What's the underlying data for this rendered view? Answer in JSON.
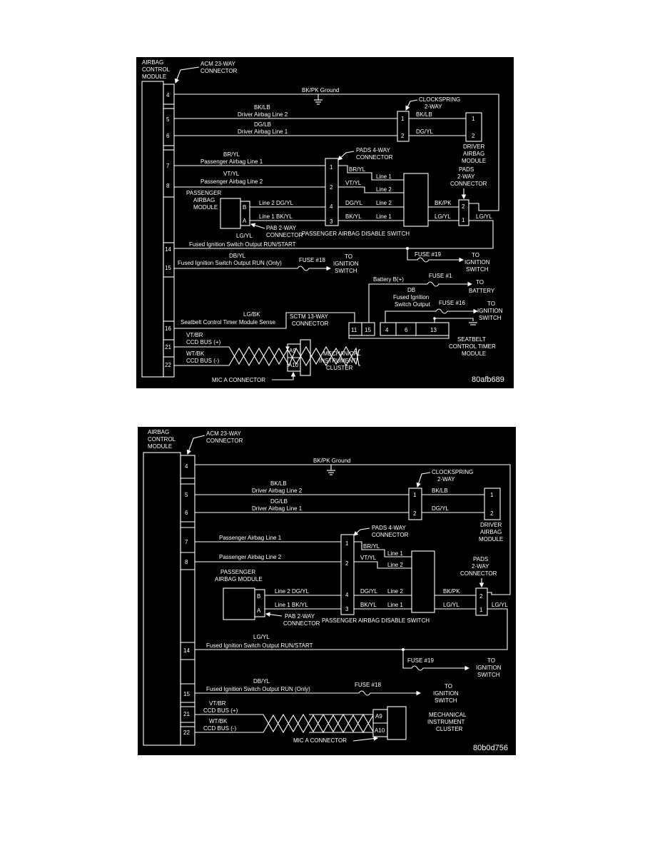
{
  "d1": {
    "acm_title": [
      "AIRBAG",
      "CONTROL",
      "MODULE"
    ],
    "acm_connector": [
      "ACM 23-WAY",
      "CONNECTOR"
    ],
    "pins": [
      "4",
      "5",
      "6",
      "7",
      "8",
      "14",
      "15",
      "16",
      "21",
      "22"
    ],
    "bkpk_ground": "BK/PK Ground",
    "w5_color": "BK/LB",
    "w5_name": "Driver Airbag Line 2",
    "w6_color": "DG/LB",
    "w6_name": "Driver Airbag Line 1",
    "clockspring": [
      "CLOCKSPRING",
      "2-WAY"
    ],
    "cs_pins": [
      "1",
      "2"
    ],
    "cs_out_1": "BK/LB",
    "cs_out_2": "DG/YL",
    "driver_pins": [
      "1",
      "2"
    ],
    "driver_module": [
      "DRIVER",
      "AIRBAG",
      "MODULE"
    ],
    "w7_color": "BR/YL",
    "w7_name": "Passenger Airbag Line 1",
    "w8_color": "VT/YL",
    "w8_name": "Passenger Airbag Line 2",
    "pads4": [
      "PADS 4-WAY",
      "CONNECTOR"
    ],
    "pads4_pins": [
      "1",
      "2",
      "4",
      "3"
    ],
    "pass_module": [
      "PASSENGER",
      "AIRBAG",
      "MODULE"
    ],
    "pab_pins": [
      "B",
      "A"
    ],
    "pab_connector": [
      "PAB 2-WAY",
      "CONNECTOR"
    ],
    "pab_line2": "Line 2  DG/YL",
    "pab_line1": "Line 1  BK/YL",
    "p_br_yl": "BR/YL",
    "p_vt_yl": "VT/YL",
    "p_dg_yl": "DG/YL",
    "p_bk_yl": "BK/YL",
    "sw_line1_top": "Line 1",
    "sw_line2_top": "Line 2",
    "sw_line2_bot": "Line 2",
    "sw_line1_bot": "Line 1",
    "pads_disable": "PASSENGER AIRBAG DISABLE SWITCH",
    "pads2": [
      "PADS",
      "2-WAY",
      "CONNECTOR"
    ],
    "pads2_pins": [
      "2",
      "1"
    ],
    "pads2_bkpk": "BK/PK",
    "pads2_lgyl": "LG/YL",
    "pads2_out": "LG/YL",
    "w14_color": "LG/YL",
    "w14_name": "Fused Ignition Switch Output RUN/START",
    "fuse19": "FUSE #19",
    "to_ign_19": [
      "TO",
      "IGNITION",
      "SWITCH"
    ],
    "w15_color": "DB/YL",
    "w15_name": "Fused Ignition Switch Output RUN (Only)",
    "fuse18": "FUSE #18",
    "to_ign_18": [
      "TO",
      "IGNITION",
      "SWITCH"
    ],
    "battery_label": "Battery B(+)",
    "fuse1": "FUSE #1",
    "to_battery": [
      "TO",
      "BATTERY"
    ],
    "db_label": [
      "DB",
      "Fused Ignition",
      "Switch Output"
    ],
    "fuse16": "FUSE #16",
    "to_ign_16": [
      "TO",
      "IGNITION",
      "SWITCH"
    ],
    "w16_color": "LG/BK",
    "w16_name": "Seatbelt Control Timer Module Sense",
    "sctm": [
      "SCTM 13-WAY",
      "CONNECTOR"
    ],
    "sctm_pins": [
      "11",
      "15",
      "4",
      "6",
      "13"
    ],
    "sctm_module": [
      "SEATBELT",
      "CONTROL TIMER",
      "MODULE"
    ],
    "w21_color": "VT/BR",
    "w21_name": "CCD BUS (+)",
    "w22_color": "WT/BK",
    "w22_name": "CCD BUS (-)",
    "mic_pins": [
      "A9",
      "A10"
    ],
    "mech_cluster": [
      "MECHANICAL",
      "INSTRUMENT",
      "CLUSTER"
    ],
    "mic_connector": "MIC A CONNECTOR",
    "figure_id": "80afb689"
  },
  "d2": {
    "acm_title": [
      "AIRBAG",
      "CONTROL",
      "MODULE"
    ],
    "acm_connector": [
      "ACM 23-WAY",
      "CONNECTOR"
    ],
    "pins": [
      "4",
      "5",
      "6",
      "7",
      "8",
      "14",
      "15",
      "21",
      "22"
    ],
    "bkpk_ground": "BK/PK Ground",
    "w5_color": "BK/LB",
    "w5_name": "Driver Airbag Line 2",
    "w6_color": "DG/LB",
    "w6_name": "Driver Airbag Line 1",
    "clockspring": [
      "CLOCKSPRING",
      "2-WAY"
    ],
    "cs_pins": [
      "1",
      "2"
    ],
    "cs_out_1": "BK/LB",
    "cs_out_2": "DG/YL",
    "driver_pins": [
      "1",
      "2"
    ],
    "driver_module": [
      "DRIVER",
      "AIRBAG",
      "MODULE"
    ],
    "w7_name": "Passenger Airbag Line 1",
    "w8_name": "Passenger Airbag Line 2",
    "pads4": [
      "PADS 4-WAY",
      "CONNECTOR"
    ],
    "pads4_pins": [
      "1",
      "2",
      "4",
      "3"
    ],
    "pass_module": [
      "PASSENGER",
      "AIRBAG MODULE"
    ],
    "pab_pins": [
      "B",
      "A"
    ],
    "pab_connector": [
      "PAB 2-WAY",
      "CONNECTOR"
    ],
    "pab_line2": "Line 2  DG/YL",
    "pab_line1": "Line 1  BK/YL",
    "p_br_yl": "BR/YL",
    "p_vt_yl": "VT/YL",
    "p_dg_yl": "DG/YL",
    "p_bk_yl": "BK/YL",
    "sw_line1_top": "Line 1",
    "sw_line2_top": "Line 2",
    "sw_line2_bot": "Line 2",
    "sw_line1_bot": "Line 1",
    "pads_disable": "PASSENGER AIRBAG DISABLE SWITCH",
    "pads2": [
      "PADS",
      "2-WAY",
      "CONNECTOR"
    ],
    "pads2_pins": [
      "2",
      "1"
    ],
    "pads2_bkpk": "BK/PK",
    "pads2_lgyl": "LG/YL",
    "pads2_out": "LG/YL",
    "w14_color": "LG/YL",
    "w14_name": "Fused Ignition Switch Output RUN/START",
    "fuse19": "FUSE #19",
    "to_ign_19": [
      "TO",
      "IGNITION",
      "SWITCH"
    ],
    "w15_color": "DB/YL",
    "w15_name": "Fused Ignition Switch Output RUN (Only)",
    "fuse18": "FUSE #18",
    "to_ign_18": [
      "TO",
      "IGNITION",
      "SWITCH"
    ],
    "w21_color": "VT/BR",
    "w21_name": "CCD BUS (+)",
    "w22_color": "WT/BK",
    "w22_name": "CCD BUS (-)",
    "mic_pins": [
      "A9",
      "A10"
    ],
    "mech_cluster": [
      "MECHANICAL",
      "INSTRUMENT",
      "CLUSTER"
    ],
    "mic_connector": "MIC A CONNECTOR",
    "figure_id": "80b0d756"
  }
}
